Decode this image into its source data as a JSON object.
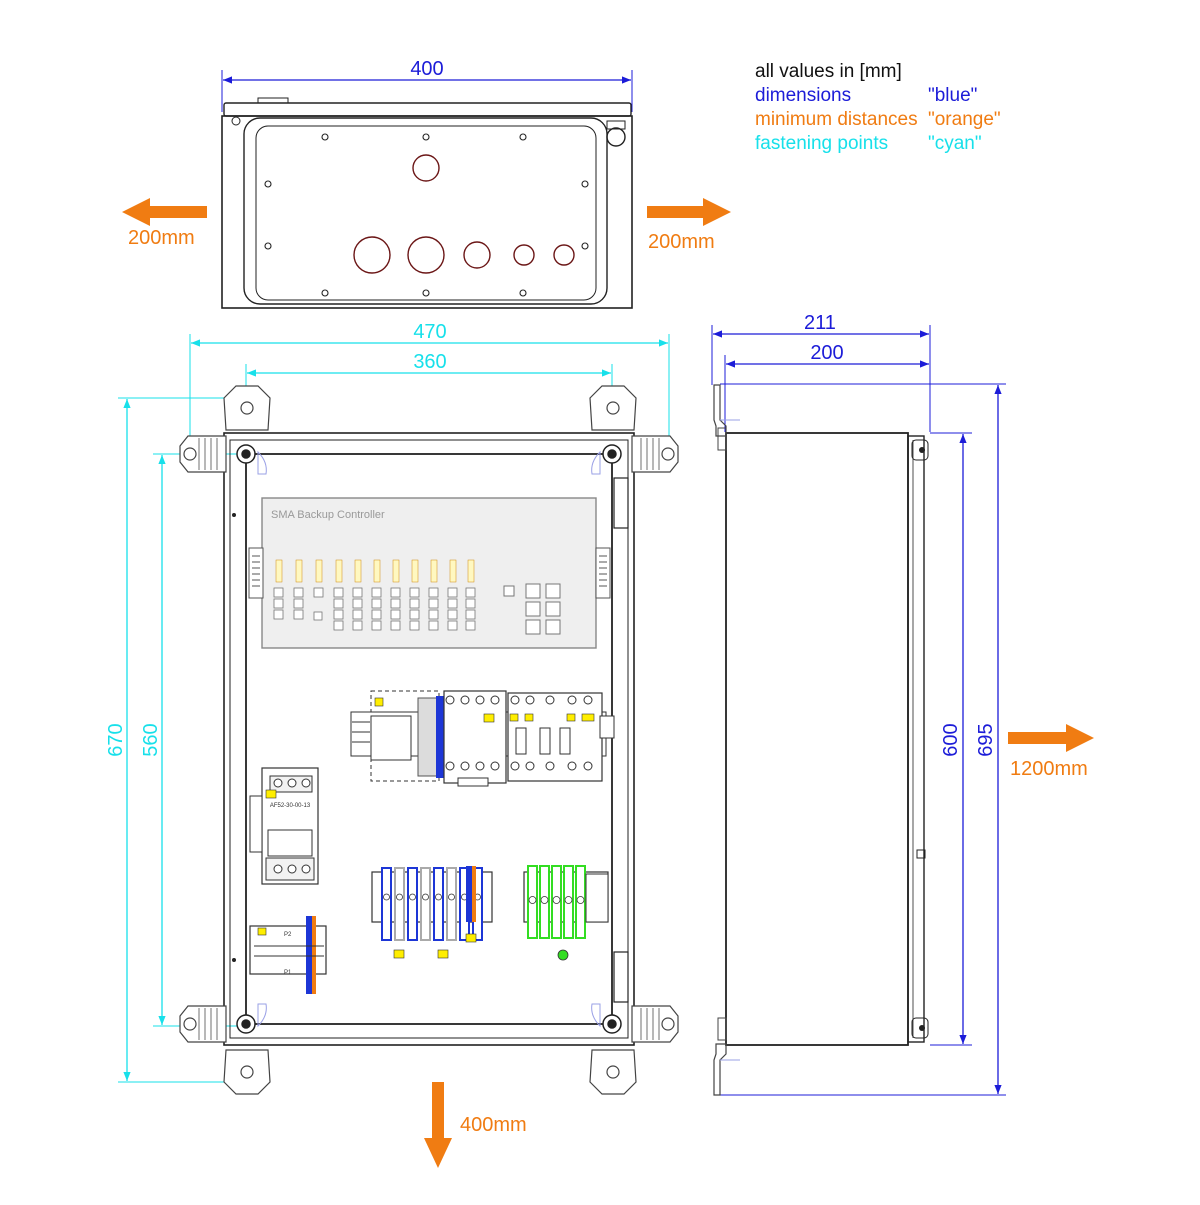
{
  "legend": {
    "title": "all values in [mm]",
    "rows": [
      {
        "label": "dimensions",
        "value": "\"blue\""
      },
      {
        "label": "minimum distances",
        "value": "\"orange\""
      },
      {
        "label": "fastening points",
        "value": "\"cyan\""
      }
    ]
  },
  "colors": {
    "dimensions": "#1c1cd8",
    "minimum_distances": "#f07c12",
    "fastening_points": "#17e0ea",
    "outline": "#222222",
    "din_blue": "#1d36d6",
    "terminal_green": "#33dd22",
    "label_yellow": "#ffee00"
  },
  "top_view": {
    "width": "400"
  },
  "front_view": {
    "width_outer": "470",
    "width_fastening": "360",
    "height_outer": "670",
    "height_fastening": "560",
    "controller_label": "SMA Backup Controller",
    "contactor_label": "AF52-30-00-13",
    "terminal_labels": [
      "P2",
      "P1"
    ]
  },
  "side_view": {
    "depth_outer": "211",
    "depth_body": "200",
    "height_body": "600",
    "height_total": "695"
  },
  "minimum_distances": {
    "left": "200mm",
    "right": "200mm",
    "front": "1200mm",
    "bottom": "400mm"
  }
}
